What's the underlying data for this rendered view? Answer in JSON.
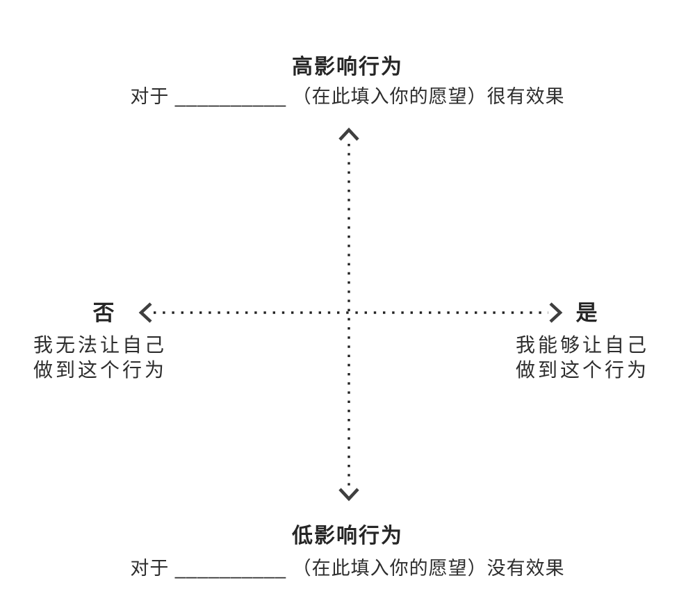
{
  "diagram": {
    "top": {
      "title": "高影响行为",
      "subtitle": "对于 __________ （在此填入你的愿望）很有效果"
    },
    "bottom": {
      "title": "低影响行为",
      "subtitle": "对于 __________ （在此填入你的愿望）没有效果"
    },
    "left": {
      "axis_label": "否",
      "description_line1": "我无法让自己",
      "description_line2": "做到这个行为"
    },
    "right": {
      "axis_label": "是",
      "description_line1": "我能够让自己",
      "description_line2": "做到这个行为"
    },
    "colors": {
      "background": "#ffffff",
      "text": "#2d2d2d",
      "title_text": "#262626",
      "dotted_axis": "#222222",
      "arrowhead": "#3f3f3f"
    }
  }
}
